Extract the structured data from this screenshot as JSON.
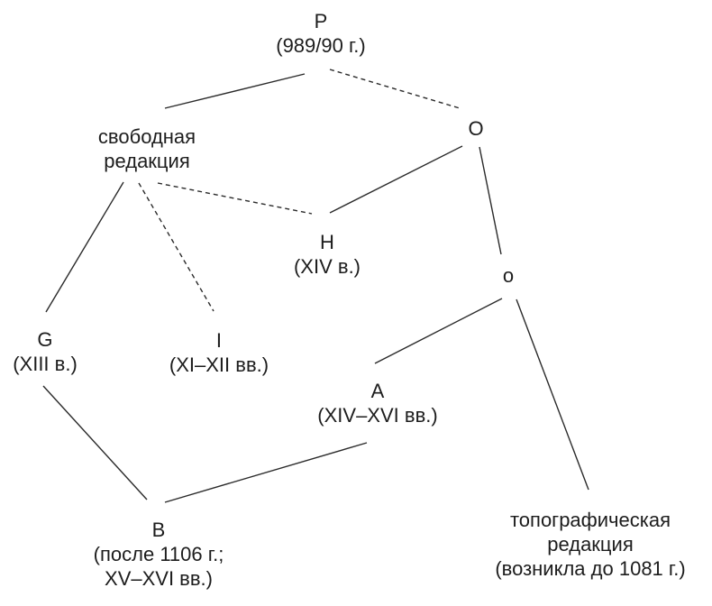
{
  "diagram": {
    "type": "stemma-tree",
    "background_color": "#ffffff",
    "ink_color": "#1d1d1d",
    "nodes": {
      "P": {
        "lines": [
          "P",
          "(989/90 г.)"
        ]
      },
      "free_redaction": {
        "lines": [
          "свободная",
          "редакция"
        ]
      },
      "O_upper": {
        "lines": [
          "O"
        ]
      },
      "H": {
        "lines": [
          "H",
          "(XIV в.)"
        ]
      },
      "o_lower": {
        "lines": [
          "o"
        ]
      },
      "G": {
        "lines": [
          "G",
          "(XIII в.)"
        ]
      },
      "I": {
        "lines": [
          "I",
          "(XI–XII вв.)"
        ]
      },
      "A": {
        "lines": [
          "A",
          "(XIV–XVI вв.)"
        ]
      },
      "B": {
        "lines": [
          "B",
          "(после 1106 г.;",
          "XV–XVI вв.)"
        ]
      },
      "topographic_redaction": {
        "lines": [
          "топографическая",
          "редакция",
          "(возникла до 1081 г.)"
        ]
      }
    },
    "edges": [
      {
        "from": "P",
        "to": "free_redaction",
        "style": "solid"
      },
      {
        "from": "P",
        "to": "O_upper",
        "style": "dashed"
      },
      {
        "from": "free_redaction",
        "to": "G",
        "style": "solid"
      },
      {
        "from": "free_redaction",
        "to": "I",
        "style": "dashed"
      },
      {
        "from": "free_redaction",
        "to": "H",
        "style": "dashed"
      },
      {
        "from": "O_upper",
        "to": "H",
        "style": "solid"
      },
      {
        "from": "O_upper",
        "to": "o_lower",
        "style": "solid"
      },
      {
        "from": "o_lower",
        "to": "A",
        "style": "solid"
      },
      {
        "from": "o_lower",
        "to": "topographic_redaction",
        "style": "solid"
      },
      {
        "from": "G",
        "to": "B",
        "style": "solid"
      },
      {
        "from": "B",
        "to": "A",
        "style": "solid"
      }
    ]
  }
}
